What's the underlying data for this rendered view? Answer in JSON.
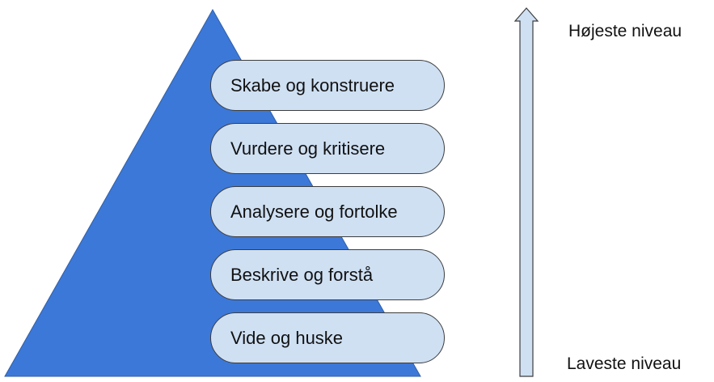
{
  "levels": [
    "Skabe og konstruere",
    "Vurdere og kritisere",
    "Analysere og fortolke",
    "Beskrive og forstå",
    "Vide og huske"
  ],
  "axis": {
    "top_label": "Højeste niveau",
    "bottom_label": "Laveste niveau"
  },
  "colors": {
    "pyramid_fill": "#3c78d8",
    "pill_fill": "#cfe0f3",
    "arrow_fill": "#cfe0f3",
    "outline": "#3d3d3d"
  }
}
